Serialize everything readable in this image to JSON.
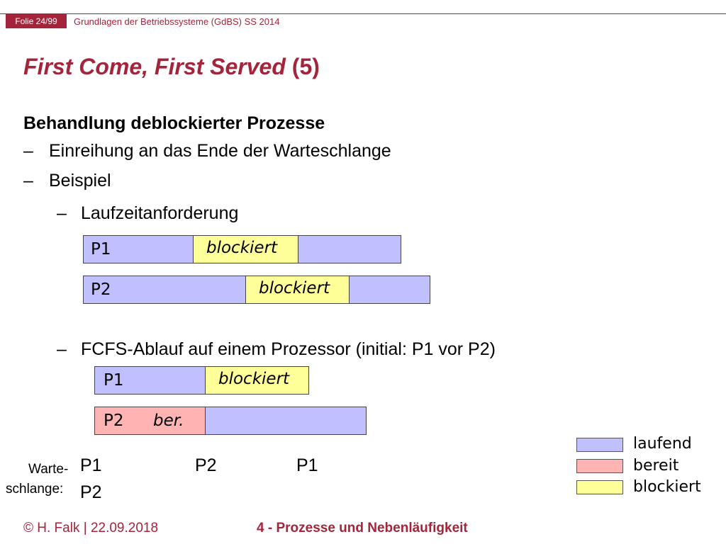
{
  "header": {
    "slide_label": "Folie 24/99",
    "course": "Grundlagen der Betriebssysteme (GdBS) SS 2014"
  },
  "title": {
    "italic": "First Come, First Served",
    "rest": " (5)"
  },
  "section_heading": "Behandlung deblockierter Prozesse",
  "dash": "–",
  "bullets": [
    "Einreihung an das Ende der Warteschlange",
    "Beispiel"
  ],
  "sub_bullets": [
    "Laufzeitanforderung",
    "FCFS-Ablauf auf einem Prozessor (initial: P1 vor P2)"
  ],
  "timeline_labels": {
    "p1": "P1",
    "p2": "P2",
    "blocked": "blockiert",
    "ready": "ber."
  },
  "queue": {
    "label_line1": "Warte-",
    "label_line2": "schlange:",
    "entries_row1": [
      "P1",
      "P2",
      "P1"
    ],
    "entries_row2": [
      "P2"
    ]
  },
  "legend": [
    {
      "label": "laufend",
      "color": "#c0c0ff"
    },
    {
      "label": "bereit",
      "color": "#ffb3b3"
    },
    {
      "label": "blockiert",
      "color": "#ffff99"
    }
  ],
  "footer": {
    "author": "© H. Falk | 22.09.2018",
    "chapter": "4 - Prozesse und Nebenläufigkeit"
  },
  "colors": {
    "accent": "#a4243b",
    "running": "#c0c0ff",
    "ready": "#ffb3b3",
    "blocked": "#ffff99"
  }
}
